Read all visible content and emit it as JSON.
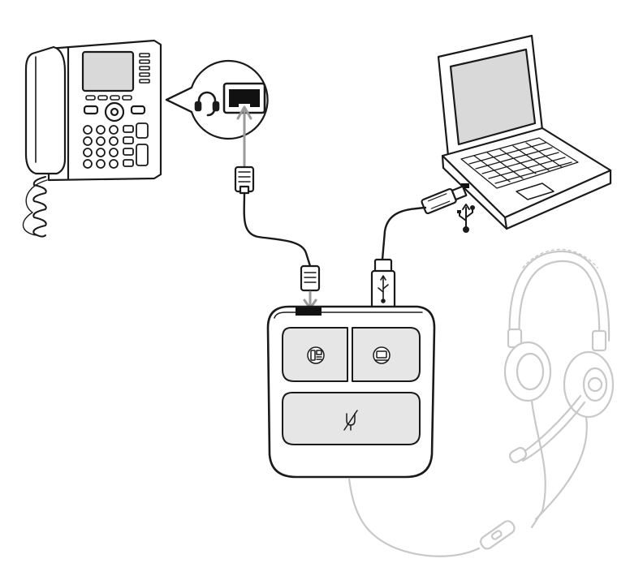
{
  "diagram": {
    "kind": "connection-illustration",
    "devices": [
      {
        "name": "desk-phone",
        "icon": "desk-phone-icon"
      },
      {
        "name": "laptop",
        "icon": "laptop-icon"
      },
      {
        "name": "audio-processor",
        "icon": "base-unit-icon"
      },
      {
        "name": "headset",
        "icon": "headset-icon"
      }
    ],
    "connections": [
      {
        "from": "desk-phone",
        "to": "audio-processor",
        "cable": "rj9-cable"
      },
      {
        "from": "laptop",
        "to": "audio-processor",
        "cable": "usb-cable"
      },
      {
        "from": "headset",
        "to": "audio-processor",
        "cable": "headset-cable"
      }
    ],
    "callout": {
      "port": "headset-port",
      "icon": "headset-port-icon"
    },
    "base_buttons": [
      {
        "name": "desk-phone-button",
        "icon": "desk-phone-icon"
      },
      {
        "name": "pc-button",
        "icon": "laptop-icon"
      },
      {
        "name": "mute-button",
        "icon": "mute-icon"
      }
    ],
    "colors": {
      "line": "#1a1a1a",
      "headset_line": "#c8c8c8",
      "screen": "#d9d9d9",
      "port": "#111111"
    }
  }
}
